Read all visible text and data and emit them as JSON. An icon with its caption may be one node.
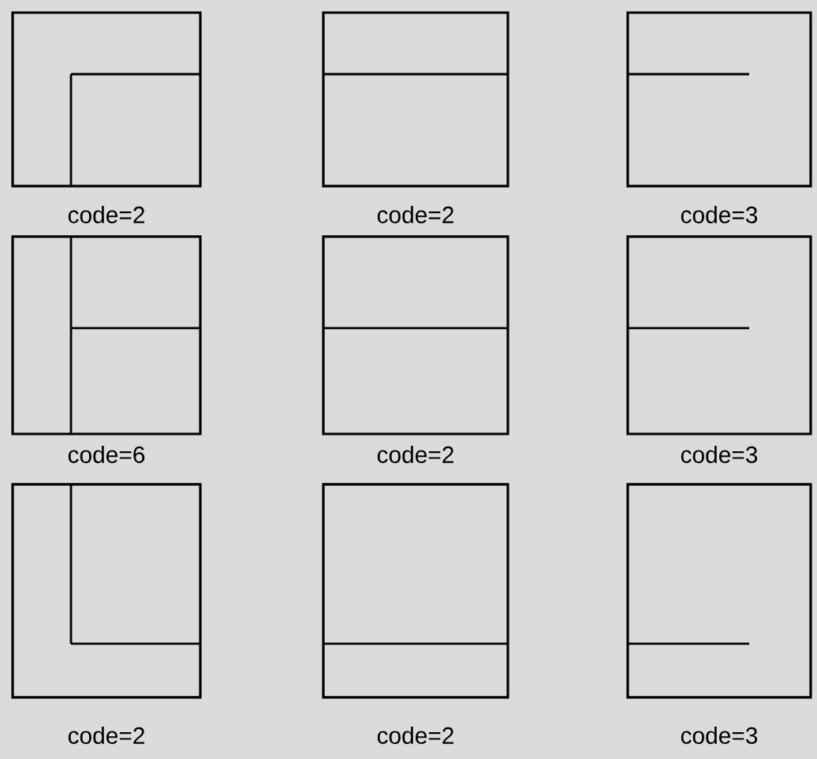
{
  "diagram": {
    "nodes": [
      {
        "text": [
          "code=2"
        ]
      },
      {
        "text": [
          "code=2"
        ]
      },
      {
        "text": [
          "code=3"
        ]
      },
      {
        "text": [
          "code=6"
        ]
      },
      {
        "text": [
          "code=2"
        ]
      },
      {
        "text": [
          "code=3"
        ]
      },
      {
        "text": [
          "code=2"
        ]
      },
      {
        "text": [
          "code=2"
        ]
      },
      {
        "text": [
          "code=3"
        ]
      }
    ]
  }
}
